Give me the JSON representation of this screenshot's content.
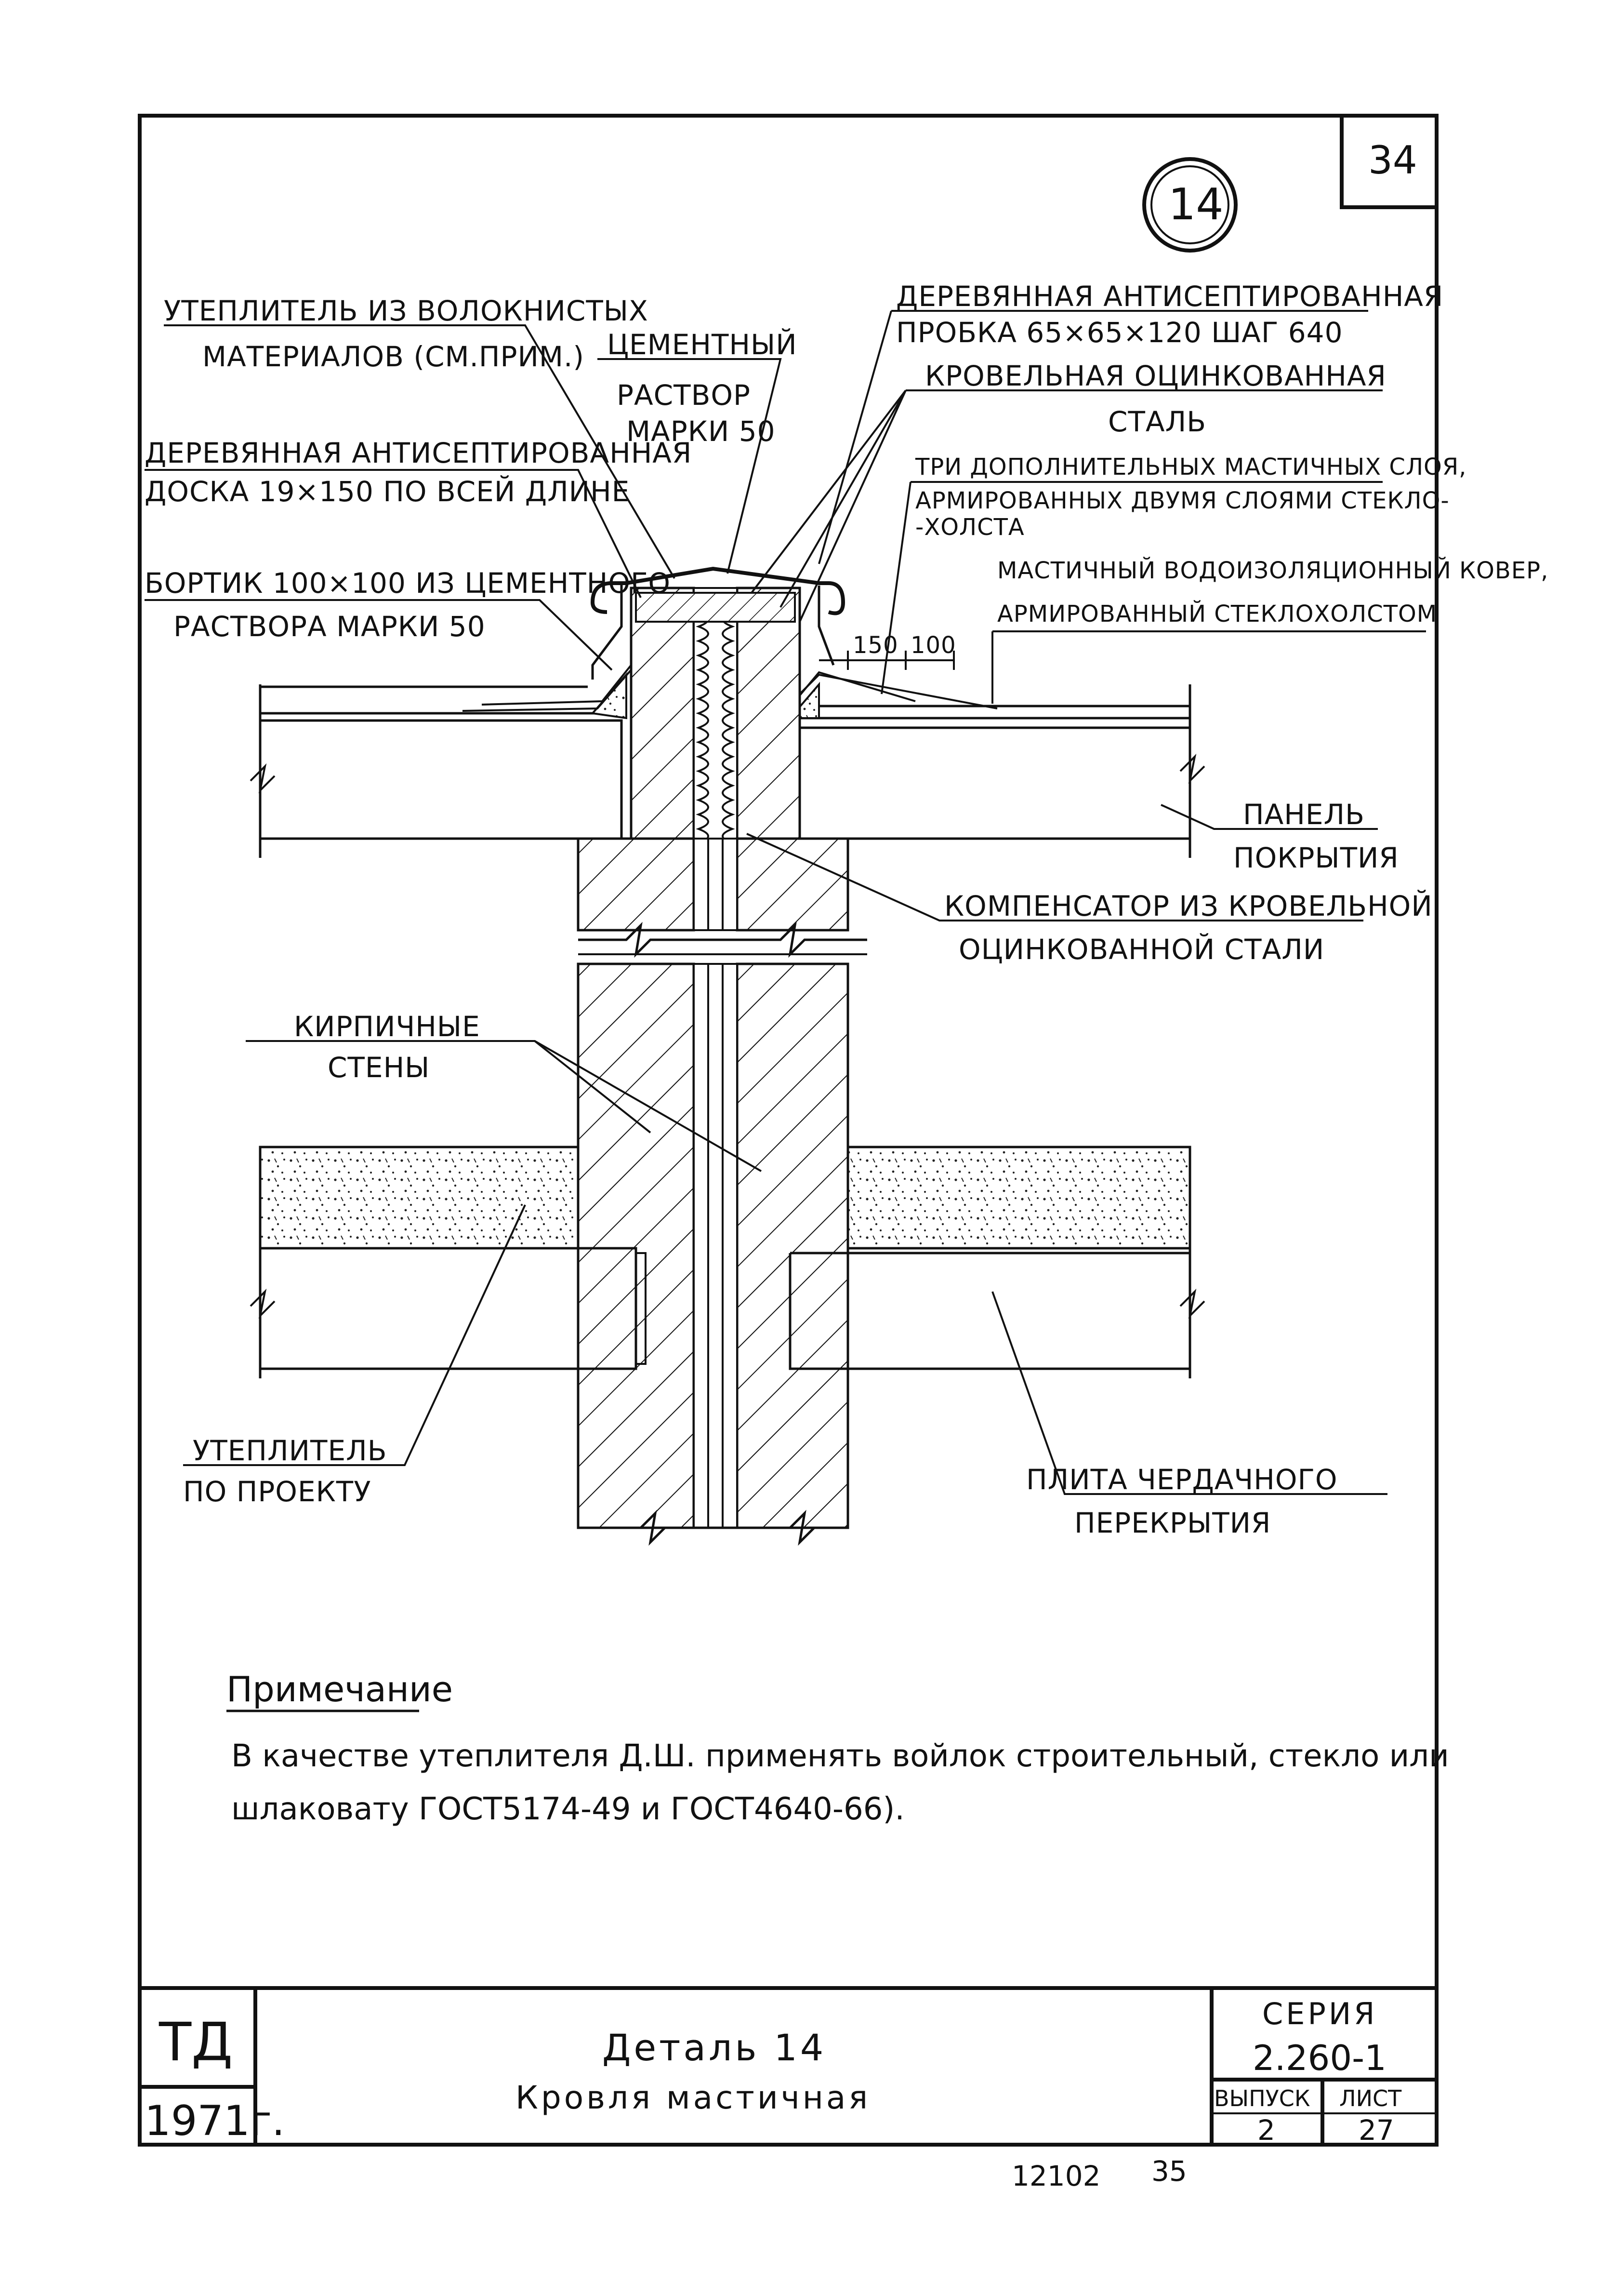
{
  "sheet": {
    "corner_number": "34",
    "detail_circle": "14"
  },
  "labels": {
    "insulation_fibrous_1": "УТЕПЛИТЕЛЬ ИЗ ВОЛОКНИСТЫХ",
    "insulation_fibrous_2": "МАТЕРИАЛОВ (СМ.ПРИМ.)",
    "cement_1": "ЦЕМЕНТНЫЙ",
    "cement_2": "РАСТВОР",
    "cement_3": "МАРКИ 50",
    "wood_plug_1": "ДЕРЕВЯННАЯ АНТИСЕПТИРОВАННАЯ",
    "wood_plug_2": "ПРОБКА 65×65×120 ШАГ 640",
    "galv_steel_1": "КРОВЕЛЬНАЯ ОЦИНКОВАННАЯ",
    "galv_steel_2": "СТАЛЬ",
    "wood_board_1": "ДЕРЕВЯННАЯ АНТИСЕПТИРОВАННАЯ",
    "wood_board_2": "ДОСКА 19×150 ПО ВСЕЙ ДЛИНЕ",
    "mastic_layers_1": "ТРИ ДОПОЛНИТЕЛЬНЫХ МАСТИЧНЫХ СЛОЯ,",
    "mastic_layers_2": "АРМИРОВАННЫХ ДВУМЯ СЛОЯМИ СТЕКЛО-",
    "mastic_layers_3": "-ХОЛСТА",
    "curb_1": "БОРТИК 100×100 ИЗ ЦЕМЕНТНОГО",
    "curb_2": "РАСТВОРА МАРКИ 50",
    "carpet_1": "МАСТИЧНЫЙ ВОДОИЗОЛЯЦИОННЫЙ КОВЕР,",
    "carpet_2": "АРМИРОВАННЫЙ СТЕКЛОХОЛСТОМ",
    "dim_150": "150",
    "dim_100": "100",
    "panel_1": "ПАНЕЛЬ",
    "panel_2": "ПОКРЫТИЯ",
    "compensator_1": "КОМПЕНСАТОР ИЗ КРОВЕЛЬНОЙ",
    "compensator_2": "ОЦИНКОВАННОЙ СТАЛИ",
    "brick_1": "КИРПИЧНЫЕ",
    "brick_2": "СТЕНЫ",
    "insul_project_1": "УТЕПЛИТЕЛЬ",
    "insul_project_2": "ПО ПРОЕКТУ",
    "attic_slab_1": "ПЛИТА ЧЕРДАЧНОГО",
    "attic_slab_2": "ПЕРЕКРЫТИЯ"
  },
  "note": {
    "heading": "Примечание",
    "line1": "В качестве утеплителя Д.Ш. применять войлок строительный, стекло или",
    "line2": "шлаковату ГОСТ5174-49 и ГОСТ4640-66)."
  },
  "title_block": {
    "org": "ТД",
    "year": "1971г.",
    "title_1": "Деталь 14",
    "title_2": "Кровля мастичная",
    "series_label": "СЕРИЯ",
    "series_value": "2.260-1",
    "issue_label": "ВЫПУСК",
    "issue_value": "2",
    "sheet_label": "ЛИСТ",
    "sheet_value": "27"
  },
  "footer": {
    "code": "12102",
    "page": "35"
  }
}
